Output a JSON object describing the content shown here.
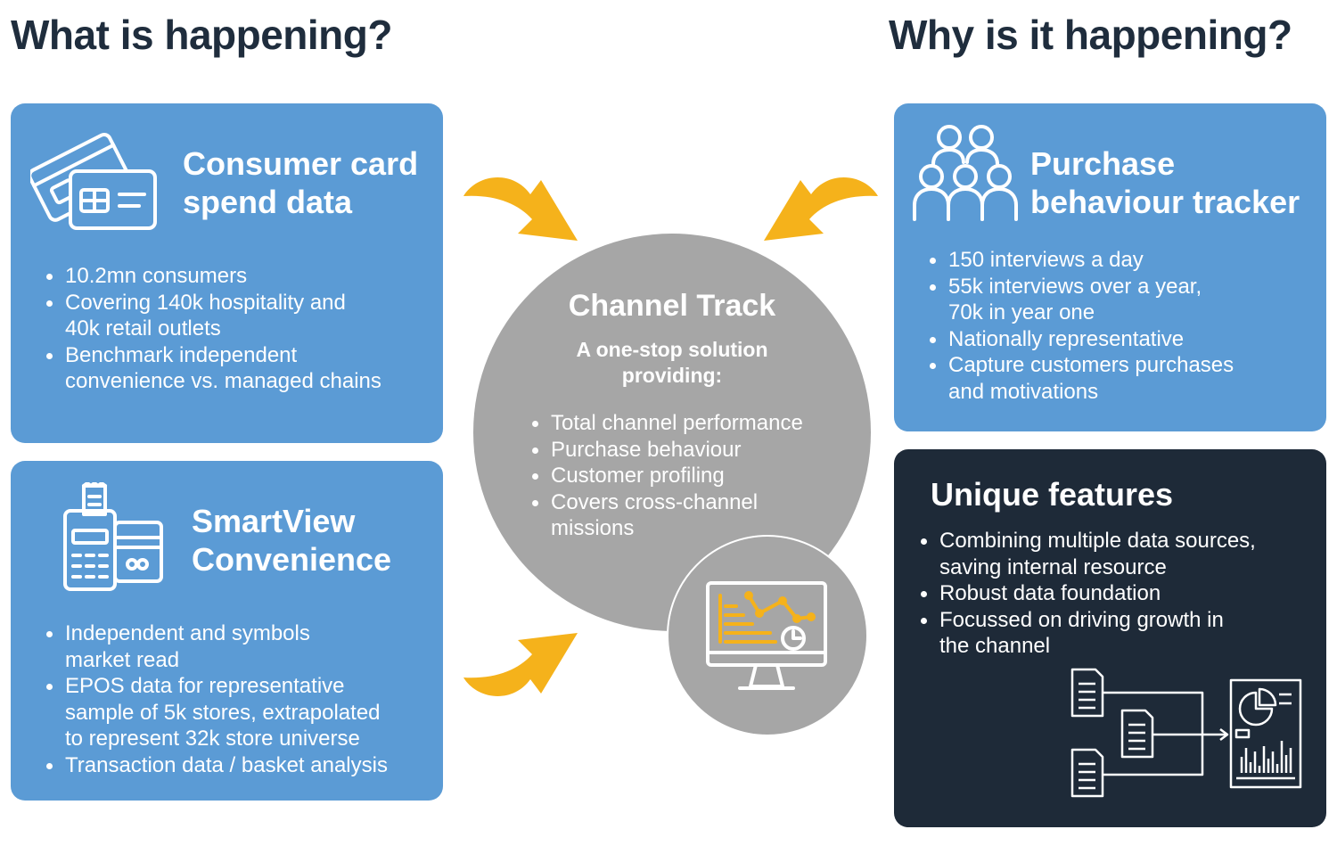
{
  "headings": {
    "left": "What is happening?",
    "right": "Why is it happening?"
  },
  "colors": {
    "card_blue": "#5b9bd5",
    "card_navy": "#1e2a38",
    "circle_grey": "#a6a6a6",
    "arrow_yellow": "#f5b21b",
    "heading": "#1f2d3d"
  },
  "cards": {
    "consumer_card": {
      "icon": "credit-cards-icon",
      "title": "Consumer card\nspend data",
      "bullets": [
        "10.2mn consumers",
        "Covering 140k hospitality and\n40k retail outlets",
        "Benchmark independent\nconvenience vs. managed chains"
      ]
    },
    "smartview": {
      "icon": "pos-terminal-icon",
      "title": "SmartView\nConvenience",
      "bullets": [
        "Independent and symbols\nmarket read",
        "EPOS data for representative\nsample of 5k stores, extrapolated\nto represent 32k store universe",
        "Transaction data / basket analysis"
      ]
    },
    "purchase_tracker": {
      "icon": "people-group-icon",
      "title": "Purchase\nbehaviour tracker",
      "bullets": [
        "150 interviews a day",
        "55k interviews over a year,\n70k in year one",
        "Nationally representative",
        "Capture customers purchases\nand motivations"
      ]
    },
    "unique_features": {
      "icon": "data-sources-report-icon",
      "title": "Unique features",
      "bullets": [
        "Combining multiple data sources,\nsaving internal resource",
        "Robust data foundation",
        "Focussed on driving growth in\nthe channel"
      ]
    }
  },
  "center": {
    "icon": "monitor-analytics-icon",
    "title": "Channel Track",
    "subtitle": "A one-stop solution\nproviding:",
    "bullets": [
      "Total channel performance",
      "Purchase behaviour",
      "Customer profiling",
      "Covers cross-channel\nmissions"
    ]
  }
}
